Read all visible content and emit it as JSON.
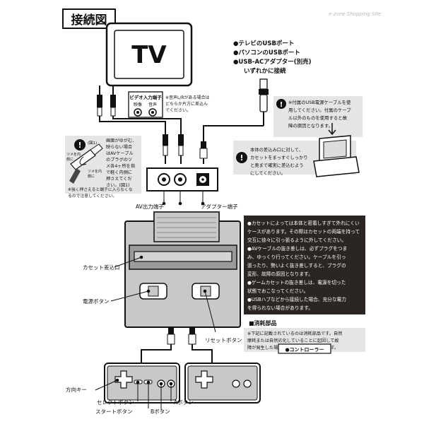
{
  "header": {
    "title": "接続図",
    "watermark": "e-zone Shopping Site"
  },
  "tv": {
    "label": "TV"
  },
  "usb_options": {
    "lines": [
      "●テレビのUSBポート",
      "●パソコンのUSBポート",
      "●USB-ACアダプター(別売)"
    ],
    "footer": "いずれかに接続"
  },
  "video_input": {
    "title": "ビデオ入力端子",
    "video_label": "映像",
    "audio_label": "音声"
  },
  "audio_note": [
    "※音声L/Rがある場合は",
    "どちらか片方に差込ん",
    "でください。"
  ],
  "usb_note": [
    "※付属のUSB電源ケーブルを使",
    "用してください。付属のケーブ",
    "ル以外のものを使用すると故",
    "障の原因となります。"
  ],
  "plug_note": {
    "body": [
      "画面がゆがむ、",
      "映らない場合",
      "はAVケーブル",
      "のプラグのツ",
      "メ各4ヶ所を指",
      "で軽く内側に",
      "押さえてくだ",
      "さい。(図1)"
    ],
    "footer": [
      "※強く押さえると端子に入らなくな",
      "るので注意してください。"
    ],
    "figure_label": "(図1)",
    "callout1": [
      "ツメを内",
      "側に"
    ],
    "callout2": [
      "ツメを内",
      "側に"
    ]
  },
  "cartridge_note": [
    "本体の差込み口に対して、",
    "カセットをまっすぐしっかり",
    "と奥まで確実に差込むよう",
    "にしてください。"
  ],
  "labels": {
    "av_output": "AV出力端子",
    "adapter_port": "アダプター端子",
    "cassette_slot": "カセット差込口",
    "power_button": "電源ボタン",
    "reset_button": "リセットボタン",
    "direction_key": "方向キー",
    "select_button": "セレクトボタン",
    "start_button": "スタートボタン",
    "b_button": "Bボタン",
    "a_button": "Aボタン"
  },
  "cautions": [
    "●カセットによっては本体と密着しすぎて外れにくい",
    "ケースがあります。その際はカセットの両端を持って",
    "交互に徐々に引っ張るように外してください。",
    "●AVケーブルの抜き差しは、必ずプラグをつま",
    "み、ゆっくり行ってください。ケーブルを引っ",
    "張ったり、勢いよく抜き差しすると、プラグの",
    "変形、故障の原因となります。",
    "●ゲームカセットの抜き差しは、電源を切った",
    "状態でおこなってください。",
    "●USBハブなどから接続した場合、充分な電力",
    "を得られない場合があります。"
  ],
  "consumables": {
    "title": "■消耗部品",
    "body": [
      "※下記に記載されているのは消耗部品です。自然",
      "摩耗または自然劣化していることに起因して故",
      "障が発生した場合、保証の対象外となります。"
    ],
    "item": "●コントローラー"
  },
  "colors": {
    "console_gray": "#c8c8c8",
    "dark_box": "#2b2623",
    "note_box": "#e5e5e5"
  }
}
